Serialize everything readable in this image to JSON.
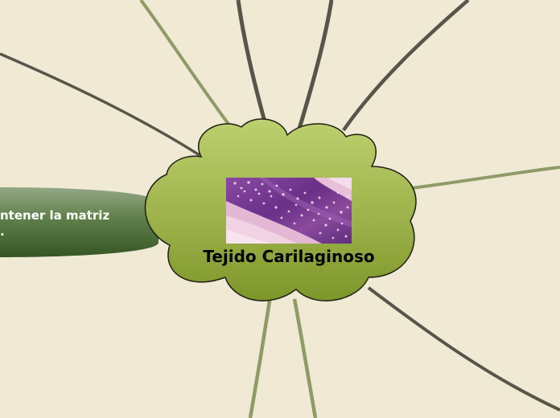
{
  "mindmap": {
    "central_topic": {
      "title": "Tejido Carilaginoso",
      "image_alt": "histology-cartilage-micrograph"
    },
    "branch_node": {
      "line1": "ntener la matriz",
      "line2": "."
    }
  },
  "colors": {
    "background": "#f0e9d4",
    "cloud_fill_top": "#b9cc6a",
    "cloud_fill_bottom": "#7f9a2c",
    "dark_line": "#57544a",
    "olive_line": "#8e9b66",
    "node_fill_top": "#8ea37c",
    "node_fill_bottom": "#3f6230",
    "micrograph_purple": "#7a3f95",
    "micrograph_pink": "#e7b9d8"
  },
  "icons": {
    "image": "micrograph-image"
  }
}
